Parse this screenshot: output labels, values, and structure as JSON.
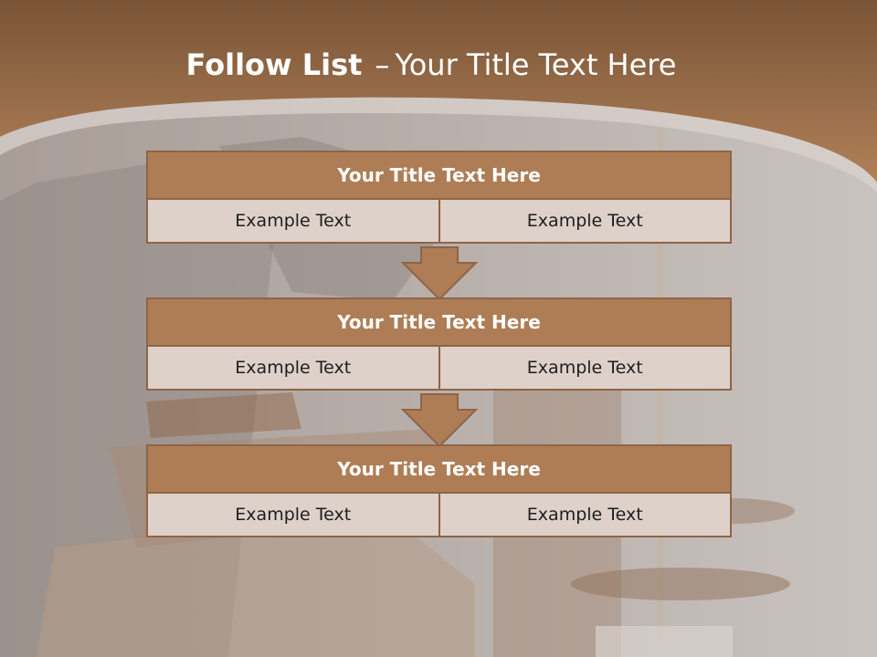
{
  "slide": {
    "title_bold": "Follow List",
    "title_dash": "–",
    "title_rest": "Your Title Text Here"
  },
  "blocks": [
    {
      "title": "Your Title Text Here",
      "left": "Example Text",
      "right": "Example Text"
    },
    {
      "title": "Your Title Text Here",
      "left": "Example Text",
      "right": "Example Text"
    },
    {
      "title": "Your Title Text Here",
      "left": "Example Text",
      "right": "Example Text"
    }
  ],
  "colors": {
    "band": "#a9784f",
    "header_fill": "#ae7d55",
    "cell_fill": "#ddd1c9",
    "border": "#8d6547"
  }
}
